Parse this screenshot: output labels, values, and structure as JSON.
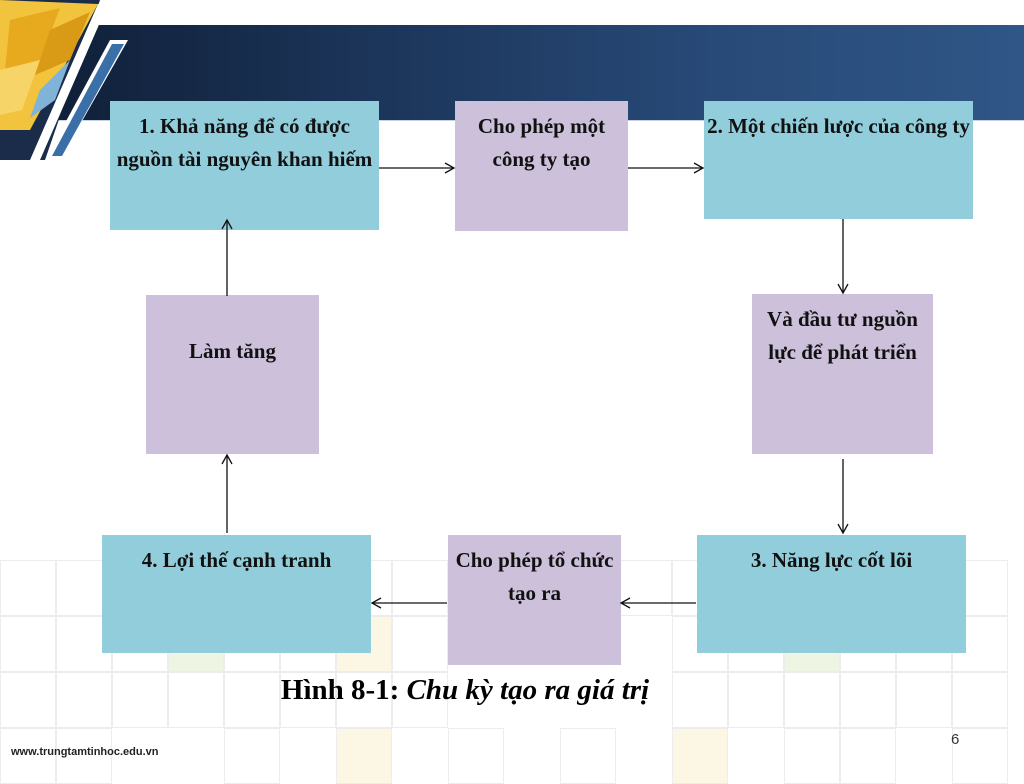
{
  "diagram": {
    "boxes": {
      "step1": "1. Khả năng để có được nguồn tài nguyên khan hiếm",
      "enable_create": "Cho phép một công ty tạo",
      "step2": "2. Một chiến lược của công ty",
      "invest": "Và đầu tư nguồn lực để phát triển",
      "step3": "3. Năng lực cốt lõi",
      "enable_org": "Cho phép tổ chức tạo ra",
      "step4": "4. Lợi thế cạnh tranh",
      "increase": "Làm tăng"
    },
    "caption": {
      "prefix": "Hình 8-1: ",
      "title": "Chu kỳ tạo ra giá trị"
    }
  },
  "footer": {
    "url": "www.trungtamtinhoc.edu.vn",
    "page_number": "6"
  },
  "colors": {
    "header_dark": "#0e1c33",
    "header_light": "#2f5687",
    "box_blue": "#92cddc",
    "box_purple": "#ccc0da"
  }
}
